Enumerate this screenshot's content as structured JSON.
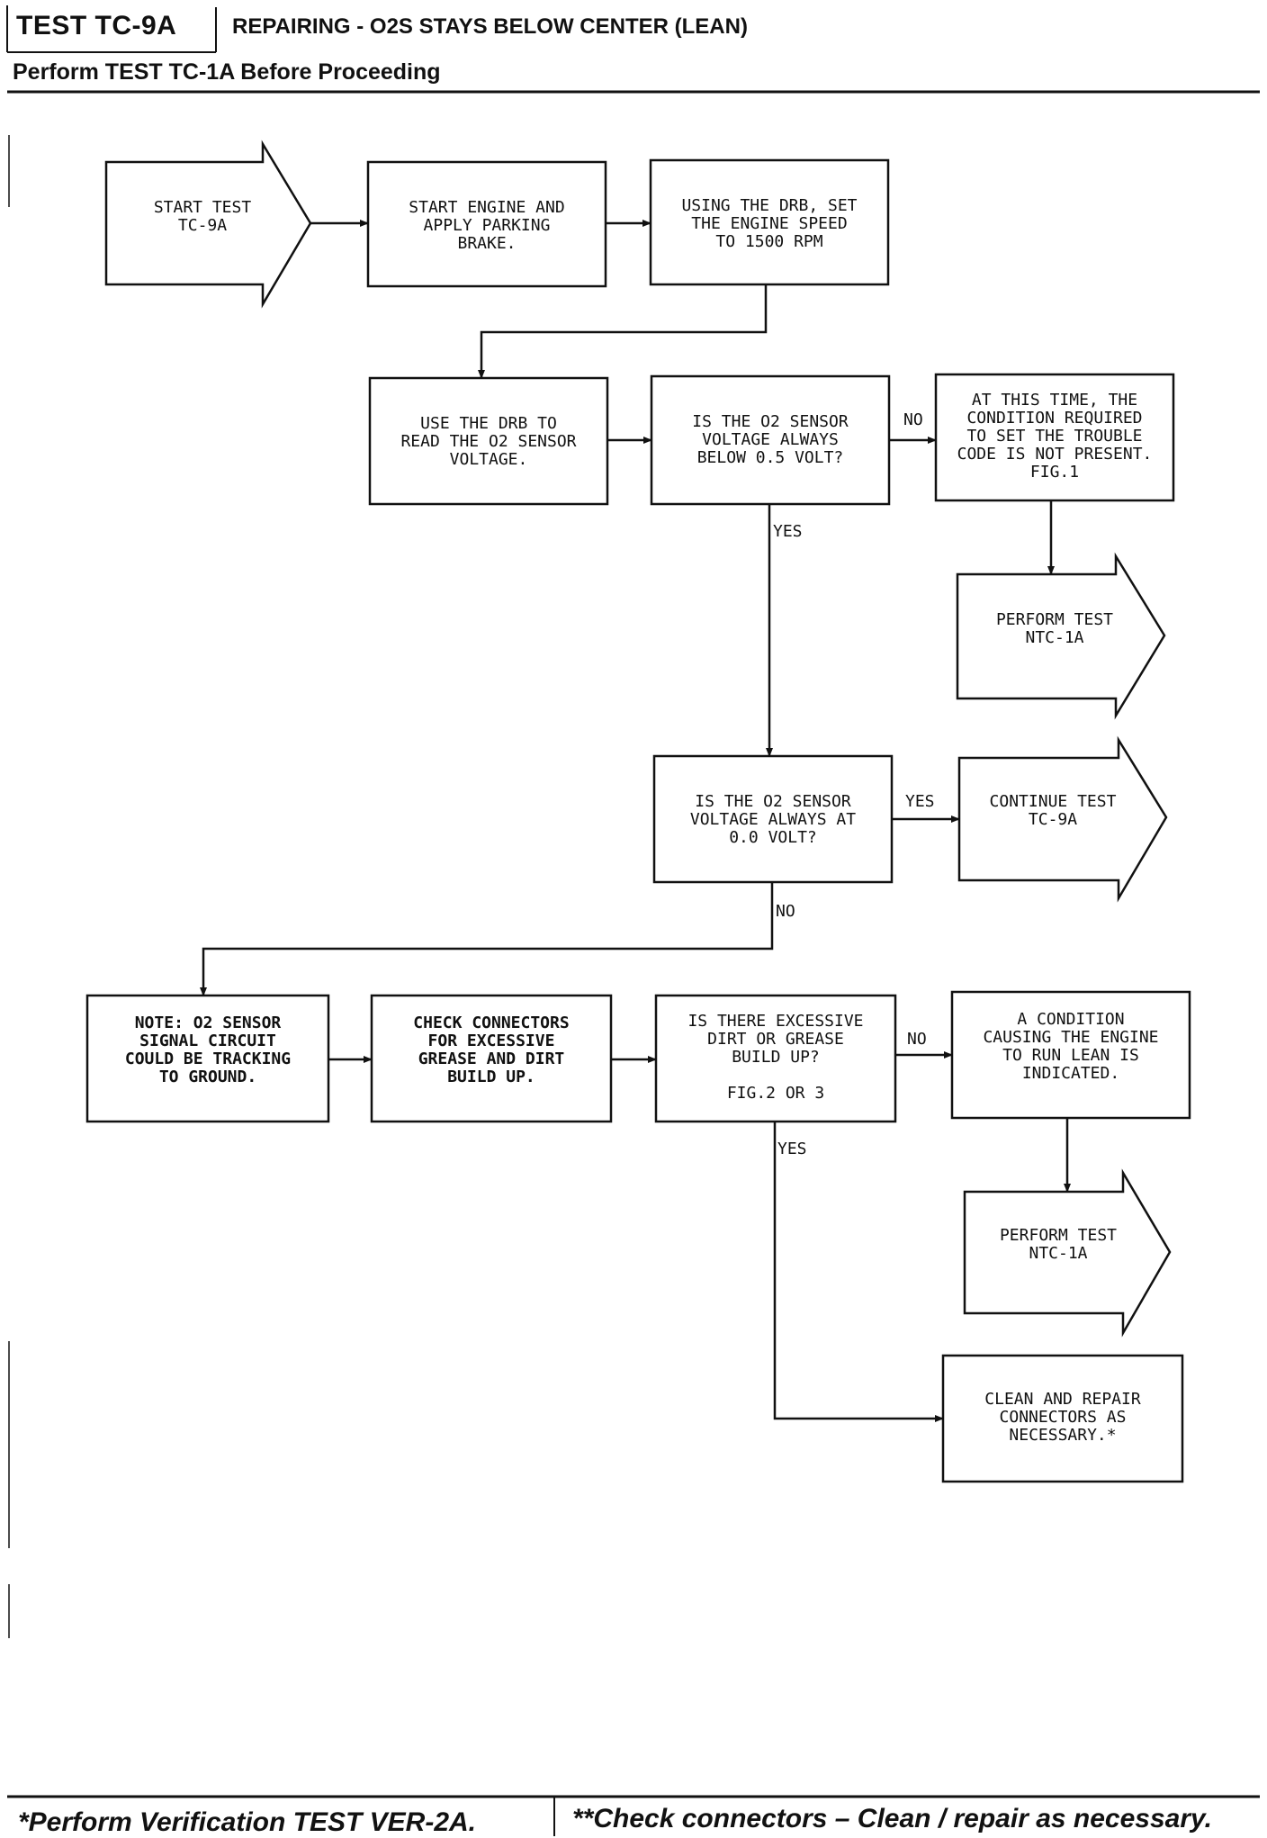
{
  "header": {
    "test_id": "TEST TC-9A",
    "title": "REPAIRING - O2S STAYS BELOW CENTER (LEAN)",
    "subtitle": "Perform TEST TC-1A Before Proceeding"
  },
  "nodes": {
    "start": [
      "START TEST",
      "TC-9A"
    ],
    "start_engine": [
      "START ENGINE AND",
      "APPLY PARKING",
      "BRAKE."
    ],
    "set_speed": [
      "USING THE DRB, SET",
      "THE ENGINE SPEED",
      "TO 1500 RPM"
    ],
    "read_voltage": [
      "USE THE DRB TO",
      "READ THE O2 SENSOR",
      "VOLTAGE."
    ],
    "below_half_volt": [
      "IS THE O2 SENSOR",
      "VOLTAGE ALWAYS",
      "BELOW 0.5 VOLT?"
    ],
    "not_present": [
      "AT THIS TIME, THE",
      "CONDITION REQUIRED",
      "TO SET THE TROUBLE",
      "CODE IS NOT PRESENT.",
      "FIG.1"
    ],
    "perform_ntc1a_1": [
      "PERFORM TEST",
      "NTC-1A"
    ],
    "at_zero_volt": [
      "IS THE O2 SENSOR",
      "VOLTAGE ALWAYS AT",
      "0.0 VOLT?"
    ],
    "continue_tc9a": [
      "CONTINUE TEST",
      "TC-9A"
    ],
    "note": [
      "NOTE: O2 SENSOR",
      "SIGNAL CIRCUIT",
      "COULD BE TRACKING",
      "TO GROUND."
    ],
    "check_connectors": [
      "CHECK CONNECTORS",
      "FOR EXCESSIVE",
      "GREASE AND DIRT",
      "BUILD UP."
    ],
    "excessive_dirt": [
      "IS THERE EXCESSIVE",
      "DIRT OR GREASE",
      "BUILD UP?",
      "",
      "FIG.2 OR 3"
    ],
    "lean_indicated": [
      "A CONDITION",
      "CAUSING THE ENGINE",
      "TO RUN LEAN IS",
      "INDICATED."
    ],
    "perform_ntc1a_2": [
      "PERFORM TEST",
      "NTC-1A"
    ],
    "clean_repair": [
      "CLEAN AND REPAIR",
      "CONNECTORS AS",
      "NECESSARY.*"
    ]
  },
  "labels": {
    "no": "NO",
    "yes": "YES"
  },
  "footer": {
    "left": "*Perform Verification TEST VER-2A.",
    "right": "**Check connectors – Clean / repair as necessary."
  }
}
